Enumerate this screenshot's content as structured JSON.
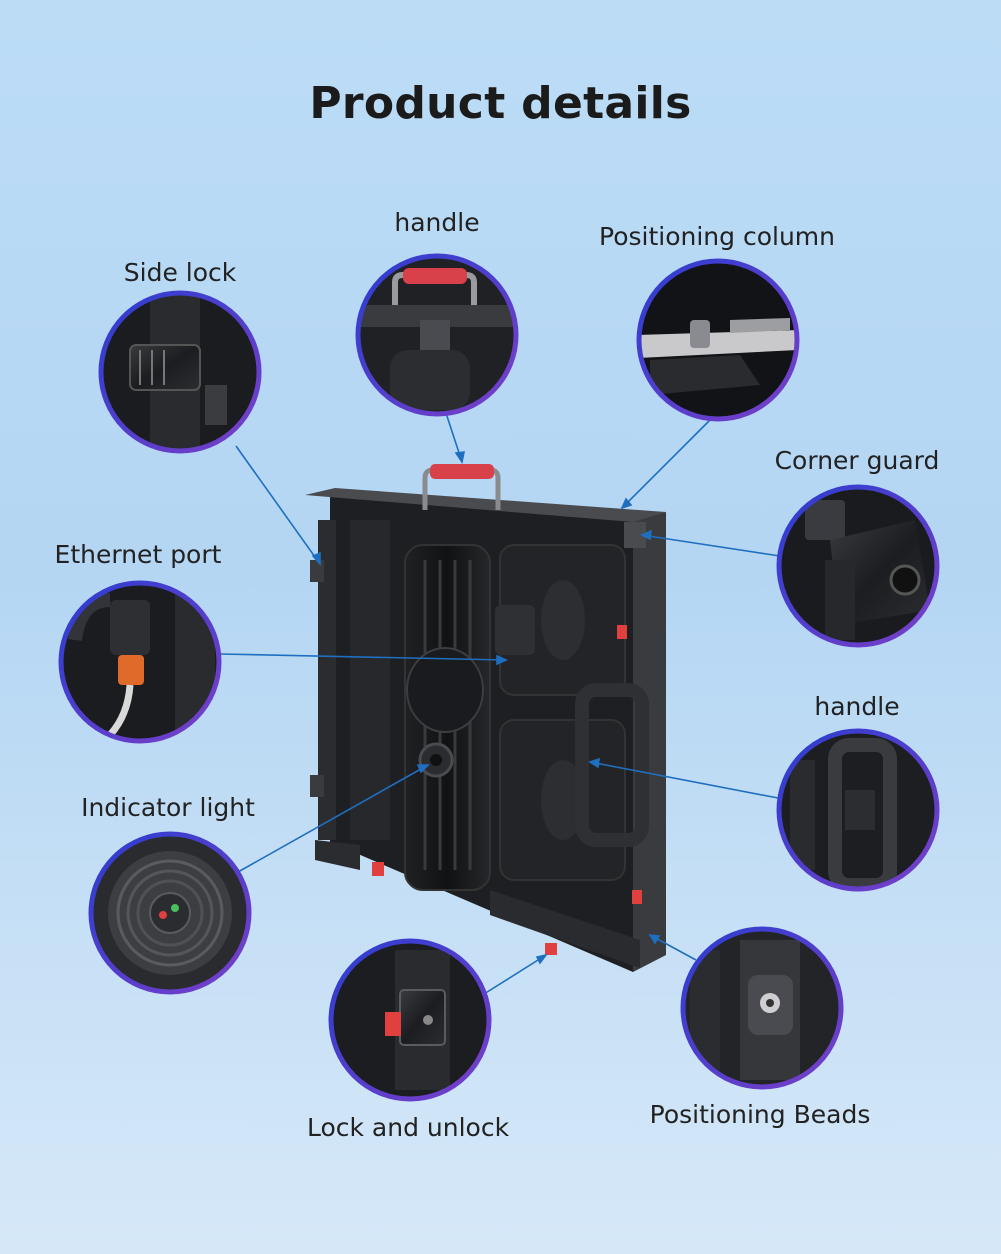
{
  "title": "Product details",
  "labels": {
    "handle_top": "handle",
    "positioning_column": "Positioning column",
    "side_lock": "Side lock",
    "corner_guard": "Corner guard",
    "ethernet_port": "Ethernet port",
    "handle_right": "handle",
    "indicator_light": "Indicator light",
    "lock_and_unlock": "Lock and unlock",
    "positioning_beads": "Positioning Beads"
  },
  "colors": {
    "background": "#b8d9f4",
    "callout_line": "#1f6fc0",
    "ring": "#3b3fc9",
    "accent_red": "#e0403e"
  }
}
